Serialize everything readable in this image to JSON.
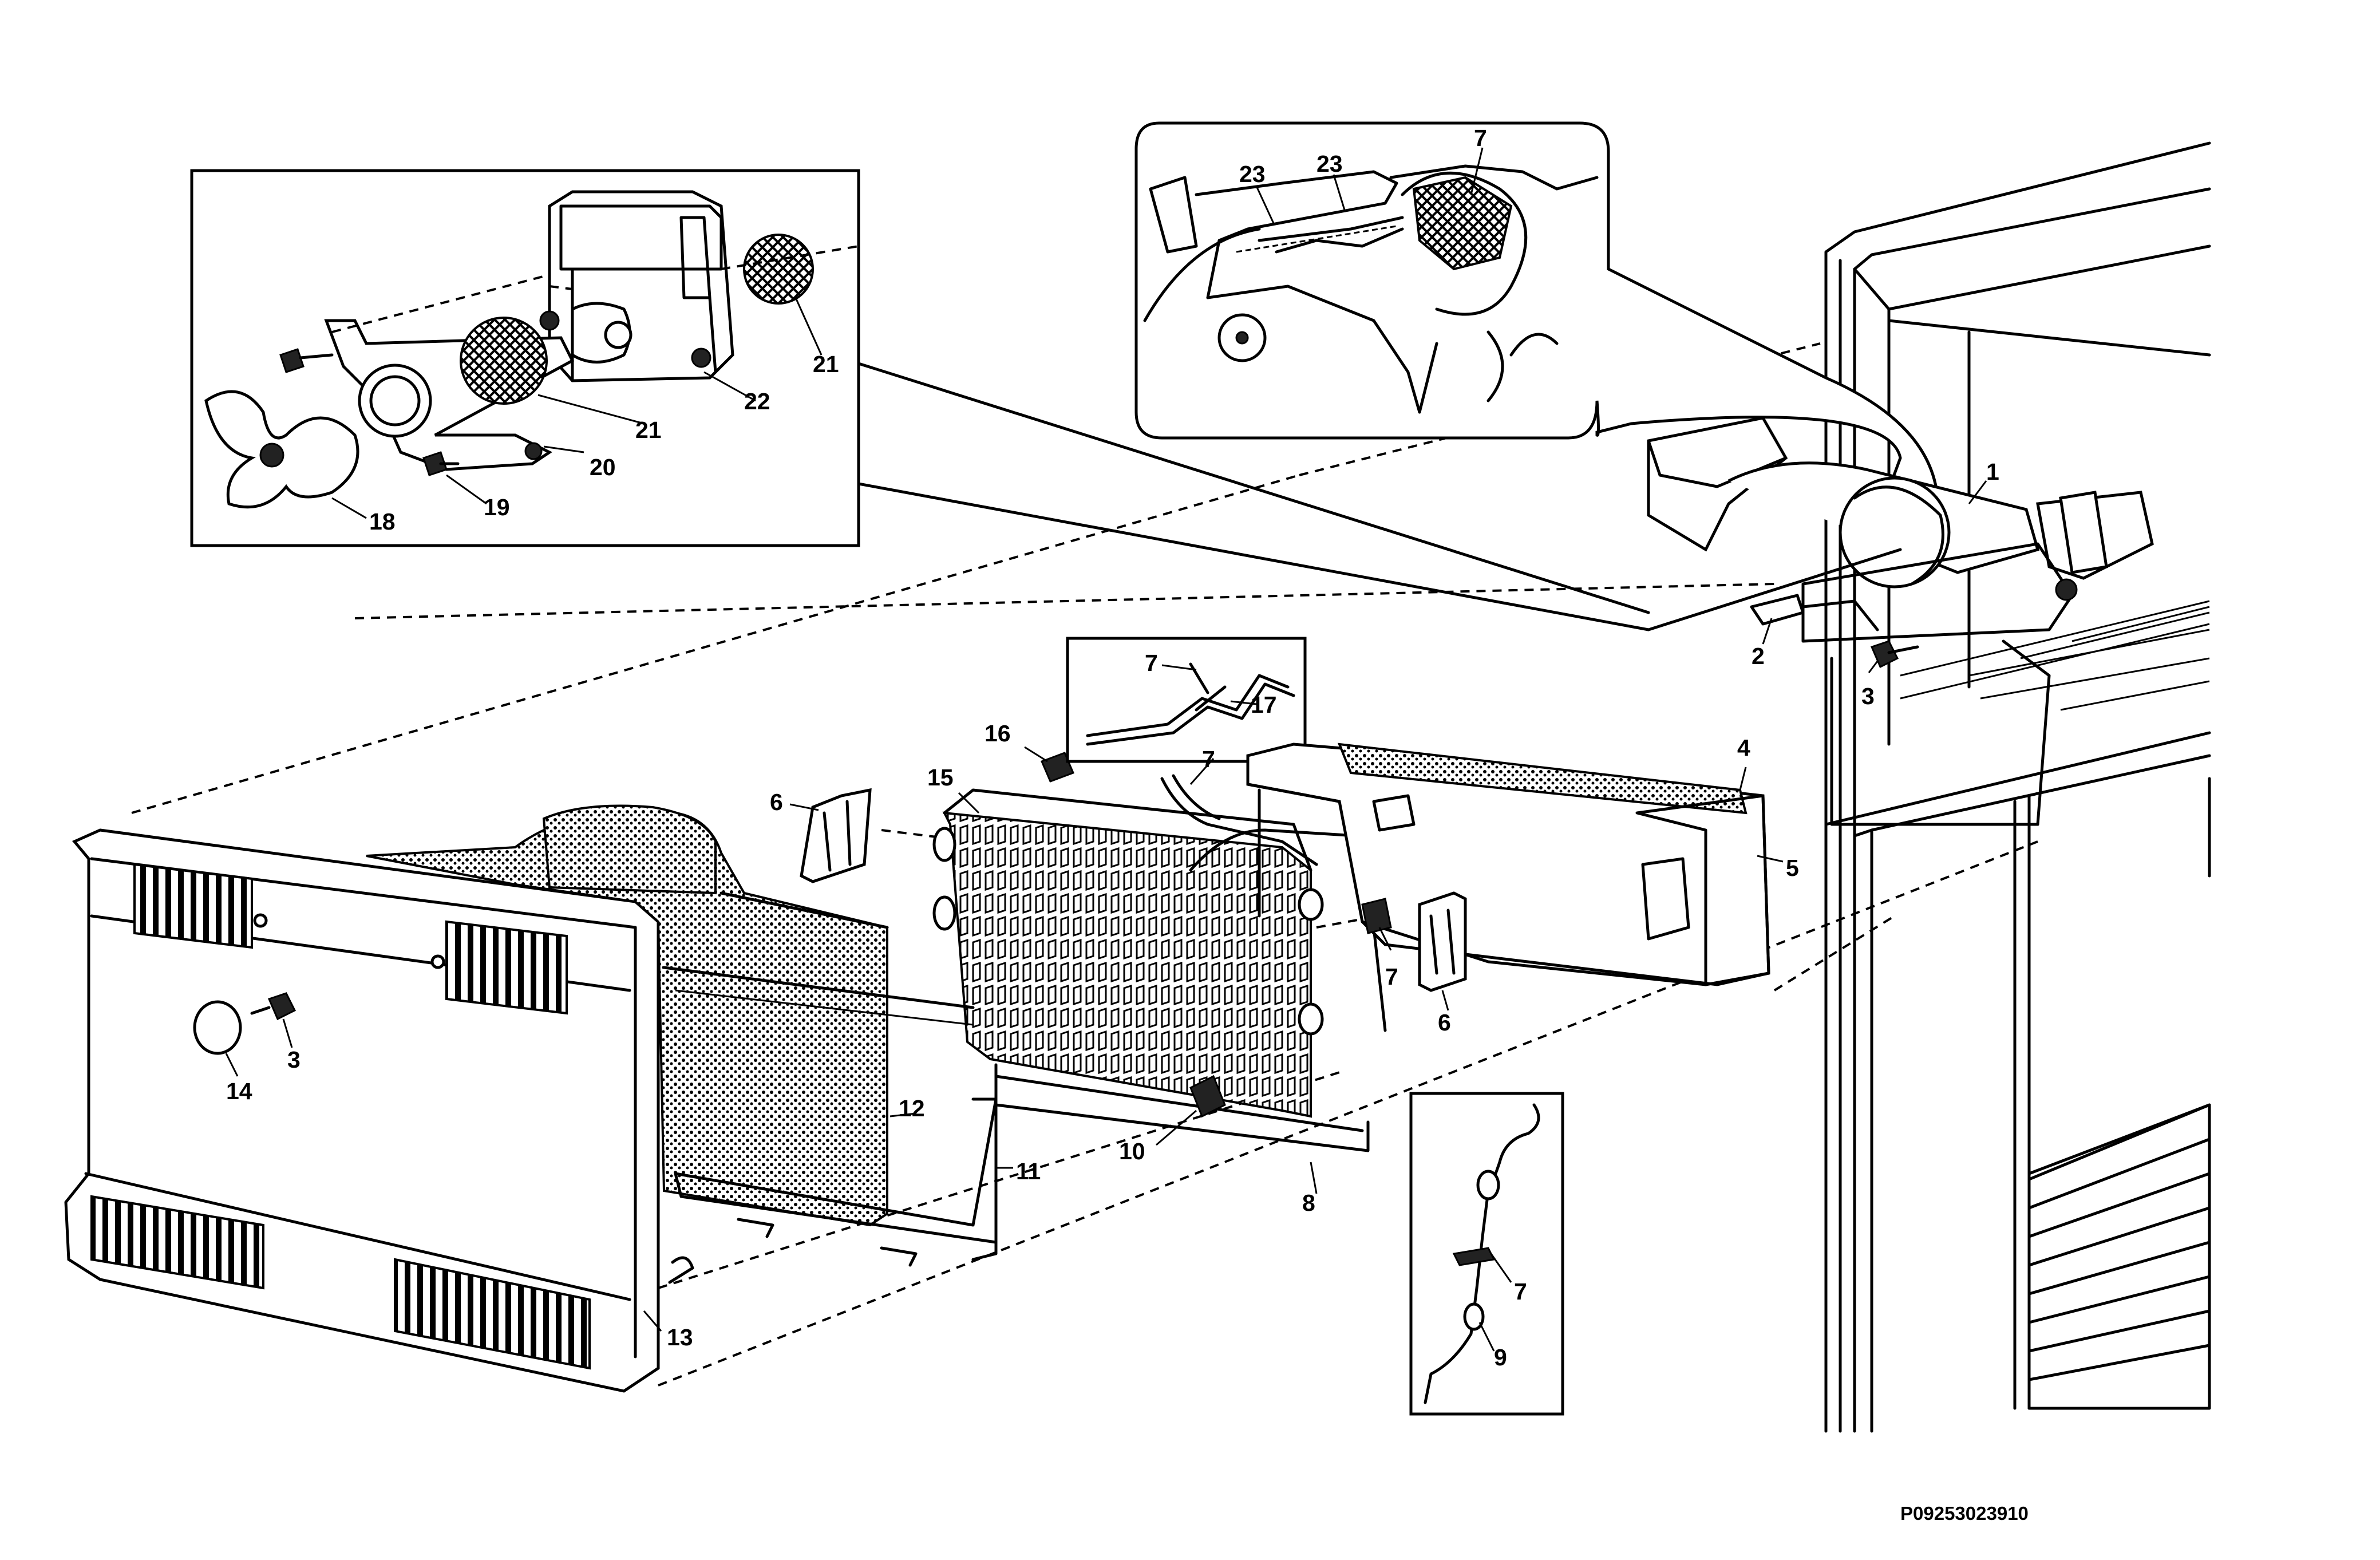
{
  "colors": {
    "ink": "#000000",
    "paper": "#ffffff"
  },
  "document_code": "P09253023910",
  "part_labels": [
    {
      "id": "1",
      "text": "1"
    },
    {
      "id": "2",
      "text": "2"
    },
    {
      "id": "3a",
      "text": "3"
    },
    {
      "id": "3b",
      "text": "3"
    },
    {
      "id": "4",
      "text": "4"
    },
    {
      "id": "5",
      "text": "5"
    },
    {
      "id": "6a",
      "text": "6"
    },
    {
      "id": "6b",
      "text": "6"
    },
    {
      "id": "7a",
      "text": "7"
    },
    {
      "id": "7b",
      "text": "7"
    },
    {
      "id": "7c",
      "text": "7"
    },
    {
      "id": "7d",
      "text": "7"
    },
    {
      "id": "7e",
      "text": "7"
    },
    {
      "id": "8",
      "text": "8"
    },
    {
      "id": "9",
      "text": "9"
    },
    {
      "id": "10",
      "text": "10"
    },
    {
      "id": "11",
      "text": "11"
    },
    {
      "id": "12",
      "text": "12"
    },
    {
      "id": "13",
      "text": "13"
    },
    {
      "id": "14",
      "text": "14"
    },
    {
      "id": "15",
      "text": "15"
    },
    {
      "id": "16",
      "text": "16"
    },
    {
      "id": "17",
      "text": "17"
    },
    {
      "id": "18",
      "text": "18"
    },
    {
      "id": "19",
      "text": "19"
    },
    {
      "id": "20",
      "text": "20"
    },
    {
      "id": "21a",
      "text": "21"
    },
    {
      "id": "21b",
      "text": "21"
    },
    {
      "id": "22",
      "text": "22"
    },
    {
      "id": "23a",
      "text": "23"
    },
    {
      "id": "23b",
      "text": "23"
    }
  ]
}
